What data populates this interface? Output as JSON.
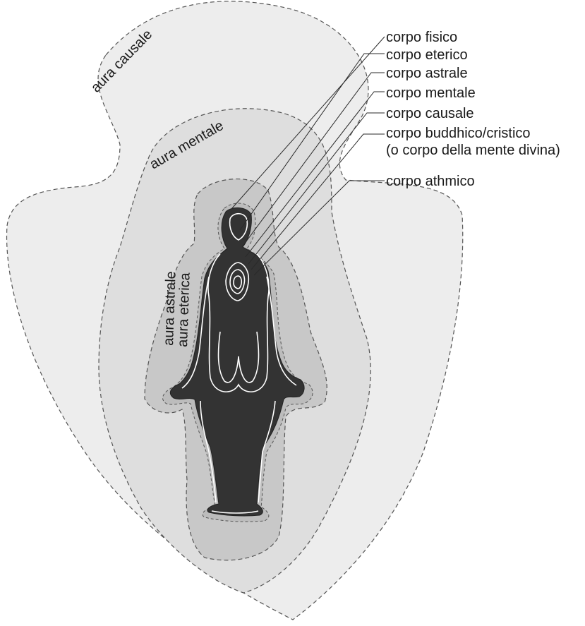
{
  "colors": {
    "aura_causale_fill": "#ededed",
    "aura_mentale_fill": "#dedede",
    "aura_astrale_fill": "#c8c8c8",
    "aura_eterica_fill": "#bcbcbc",
    "body_fill": "#333333",
    "inner_line": "#ffffff",
    "outline": "#555555",
    "text": "#1a1a1a"
  },
  "aura_labels": {
    "causale": "aura causale",
    "mentale": "aura mentale",
    "astrale": "aura astrale",
    "eterica": "aura eterica"
  },
  "body_labels": [
    "corpo fisico",
    "corpo eterico",
    "corpo astrale",
    "corpo mentale",
    "corpo causale",
    "corpo buddhico/cristico",
    "(o corpo della mente divina)",
    "corpo athmico"
  ]
}
